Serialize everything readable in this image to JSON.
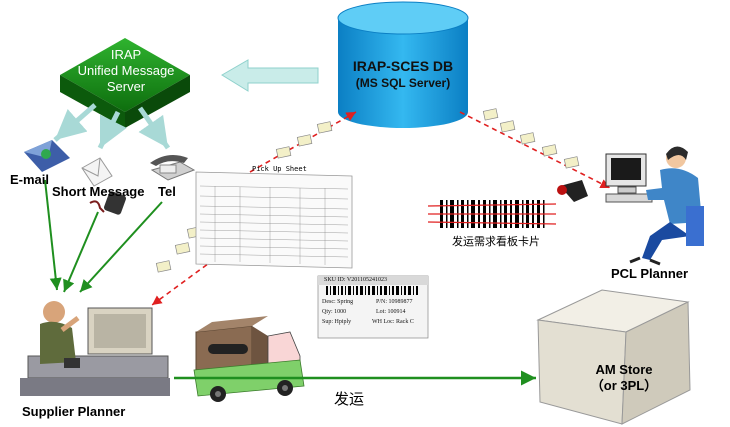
{
  "server": {
    "line1": "IRAP",
    "line2": "Unified Message",
    "line3": "Server"
  },
  "db": {
    "line1": "IRAP-SCES DB",
    "line2": "(MS SQL Server)"
  },
  "channels": {
    "email": "E-mail",
    "sms": "Short Message",
    "tel": "Tel"
  },
  "pick_up_sheet": {
    "title": "Pick Up Sheet"
  },
  "kanban": {
    "label": "发运需求看板卡片"
  },
  "sku_label": {
    "sku_id": "SKU ID:    V201105241023",
    "desc": "Desc: Spring",
    "pn": "P/N:  10989877",
    "qty": "Qty: 1000",
    "lot": "Lot: 100914",
    "sup": "Sup: Hpiply",
    "wh": "WH Loc: Rack C"
  },
  "actors": {
    "pcl": "PCL Planner",
    "supplier": "Supplier Planner"
  },
  "store": {
    "line1": "AM Store",
    "line2": "（or 3PL）"
  },
  "shipping": {
    "label": "发运"
  },
  "colors": {
    "server_green": "#1a8a1a",
    "db_blue": "#1aa0e0",
    "arrow_green": "#1f8f1f",
    "dashed_red": "#e02020",
    "arrow_light": "#9fdde0"
  }
}
